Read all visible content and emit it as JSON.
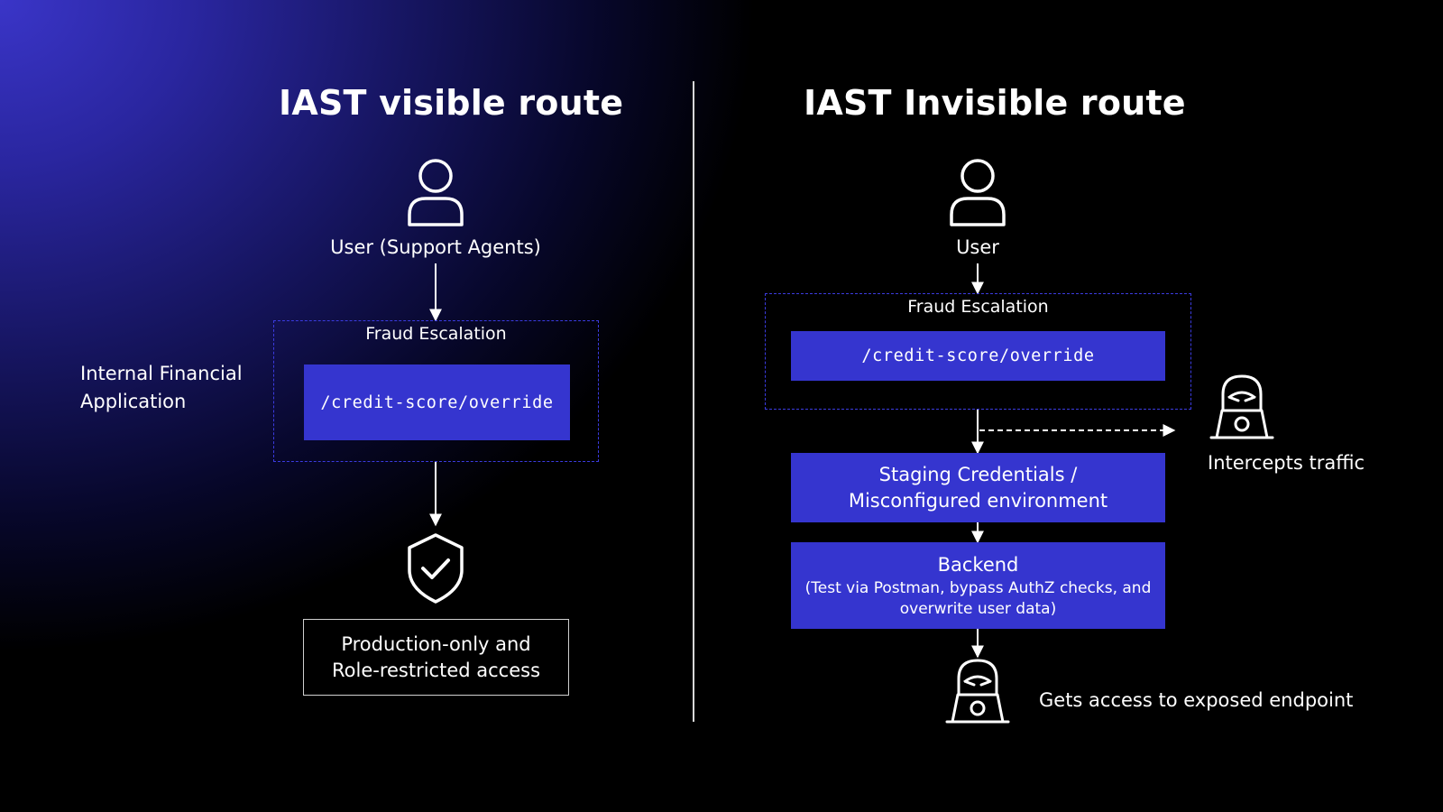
{
  "left": {
    "title": "IAST visible route",
    "user_label": "User (Support Agents)",
    "side_label_line1": "Internal Financial",
    "side_label_line2": "Application",
    "box_title": "Fraud Escalation",
    "endpoint": "/credit-score/override",
    "result_line1": "Production-only and",
    "result_line2": "Role-restricted access",
    "icons": {
      "user": "user-icon",
      "shield": "shield-check-icon"
    }
  },
  "right": {
    "title": "IAST Invisible route",
    "user_label": "User",
    "box_title": "Fraud Escalation",
    "endpoint": "/credit-score/override",
    "staging_line1": "Staging Credentials /",
    "staging_line2": "Misconfigured environment",
    "backend_title": "Backend",
    "backend_line1": "(Test via Postman, bypass AuthZ checks, and",
    "backend_line2": "overwrite user data)",
    "intercept_label": "Intercepts traffic",
    "access_label": "Gets access to exposed endpoint",
    "icons": {
      "user": "user-icon",
      "hacker": "hacker-laptop-icon"
    }
  },
  "colors": {
    "accent_block": "#3535cf",
    "dashed_border": "#3b3be0",
    "background_glow": "#3a35c8"
  }
}
